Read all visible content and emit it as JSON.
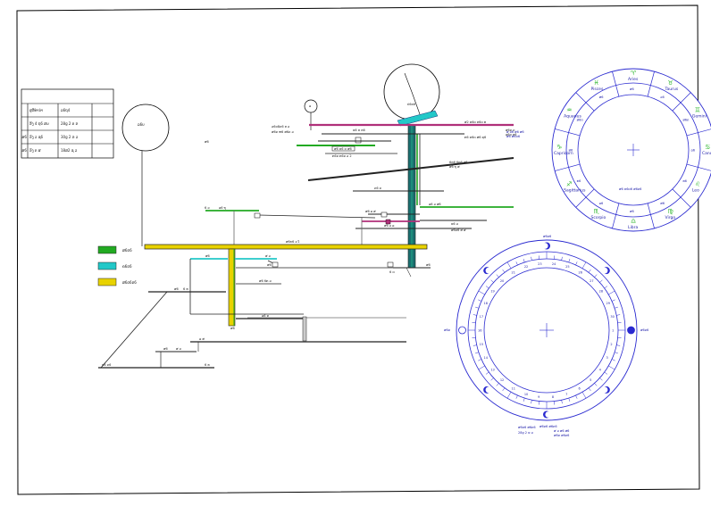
{
  "colors": {
    "frame": "#000000",
    "green": "#22aa22",
    "cyan": "#22c8c8",
    "yellow": "#e8d200",
    "magenta": "#b0307a",
    "blue": "#2a2ad0",
    "zodiac_green": "#2bb52b",
    "dark": "#222222"
  },
  "table": {
    "rows": [
      [
        "",
        "ສຸຂີທ່ານຳ",
        "ລ6ຖ4"
      ],
      [
        "",
        "ຂິງ 4 ຖ6 ສນ",
        "28g 2 ຕ ຂ"
      ],
      [
        "ສ6",
        "ຂົງ ວ ຊ6",
        "30g 2 ຂ ວ"
      ],
      [
        "ສ6",
        "ຂົງ ຕ ສ",
        "18ສ2 ຊ ວ"
      ]
    ]
  },
  "diagram": {
    "circle_small_label": "ລ6ບ",
    "circle_big_label": "ປ6ຣ6",
    "left_pin_label": "ລ",
    "note_dot": "ສ6",
    "labels": {
      "l1": "ວ6ດ8ດ6 ຕ ວ",
      "l2": "ສ6ດ ຫ6 ສ6ດ ວ",
      "l3": "ສ2 ຂ6ດ ຕ6ດ ທ",
      "l4": "ກ6 ຂ6ດ ສ6 ຊ6",
      "l5": "ຂ6 ຣ ຕ6",
      "l6": "ສ6 ຂ6 ດ ສ6",
      "l7": "ສ6ນ6 ວ ໂ",
      "l8": "ກ6ດ ກ6ດ ວ 2",
      "l9": "ດ6 ດ",
      "l10": "ລ6 ວ ສ6",
      "l11": "ຂ6 ວ",
      "l12": "6 ວ",
      "l13": "6ກ6 6ກ6 ສ6",
      "l14": "ສ6 ຖ ສ",
      "l15": "ລ6 ຖ",
      "l16": "ສ6 ລ ສ",
      "l17": "ສ6 ວ ລ",
      "l18": "ສ6",
      "l19": "ສ ວ",
      "l20": "ສ6",
      "l21": "6 ກ",
      "l22": "ສ6 6ກ ວ",
      "l23": "ລ6 ຂ",
      "l24": "ສ6",
      "l25": "ລ ສ",
      "l26": "ສ6",
      "l27": "ສ ວ",
      "l28": "ຂ6 ດ6",
      "l29": "6 ກ",
      "l30": "ສ6",
      "l31": "6 ດ",
      "l32": "ສ6",
      "l33": "ສ6ດ ດ",
      "l34": "ລ6ດ ຕ6",
      "l35": "ສ6ດ6 ສ ສ"
    }
  },
  "legend": [
    {
      "color_key": "green",
      "label": "ສ6ຣ6"
    },
    {
      "color_key": "cyan",
      "label": "ຄ6ຣ6"
    },
    {
      "color_key": "yellow",
      "label": "ສ6ດ6ດ6"
    }
  ],
  "zodiac_wheel": {
    "center_label": "ສ6 ຣ6ດ6 ສ6ດ6",
    "signs_outer": [
      "Aries",
      "Taurus",
      "Gemini",
      "Cancer",
      "Leo",
      "Virgo",
      "Libra",
      "Scorpio",
      "Sagittarius",
      "Capricorn",
      "Aquarius",
      "Pisces"
    ],
    "inner_labels": [
      "ສ6",
      "ວ6",
      "ສ6ດ",
      "ລ6",
      "ກ6",
      "ສ6",
      "ສ6",
      "ລ6",
      "ກ6",
      "ສ6",
      "ສ6ດ",
      "ສ6"
    ],
    "symbols": [
      "♈",
      "♉",
      "♊",
      "♋",
      "♌",
      "♍",
      "♎",
      "♏",
      "♐",
      "♑",
      "♒",
      "♓"
    ]
  },
  "moon_wheel": {
    "top_label": "ສ6ດ6",
    "left_label": "ສ6ດ",
    "right_label": "ສ6ດ6",
    "bottom_label1": "ສ6ດ6 ສ6ດ6",
    "bottom_label2": "ສ ວ ສ6 ສ6",
    "bottom_label3": "ສ6ດ ສ6ດ6"
  },
  "side_text": {
    "right1": "ສ ວ6 ສ6 ສ6",
    "right2": "ສ6 ສ6ດ6",
    "mid1": "ສ6ດ6 ສ6ດ6",
    "mid2": "28g 2 ຂ ວ"
  }
}
